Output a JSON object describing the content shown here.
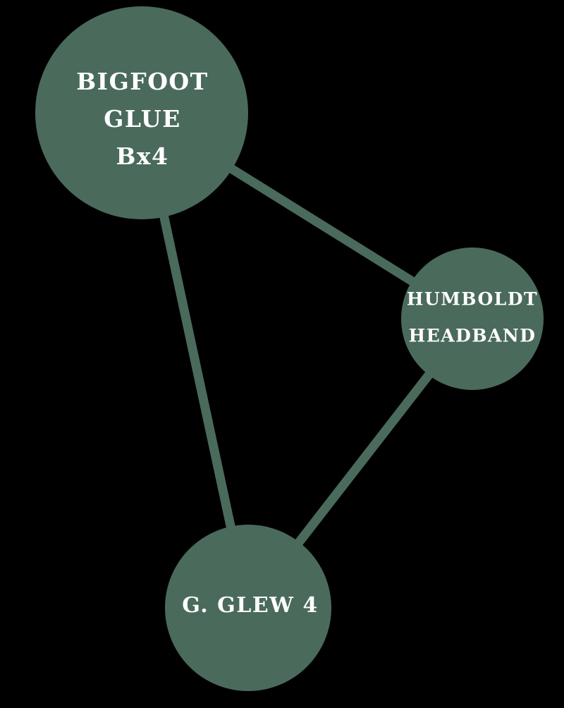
{
  "colors": {
    "background": "#000000",
    "node_fill": "#4a6a5c",
    "edge_stroke": "#4a6a5c",
    "label_text": "#ffffff"
  },
  "nodes": [
    {
      "id": "bigfoot-glue",
      "lines": [
        "BIGFOOT",
        "GLUE",
        "Bx4"
      ]
    },
    {
      "id": "humboldt-headband",
      "lines": [
        "HUMBOLDT",
        "HEADBAND"
      ]
    },
    {
      "id": "g-glew-4",
      "lines": [
        "G. GLEW 4"
      ]
    }
  ],
  "edges": [
    {
      "from": "bigfoot-glue",
      "to": "humboldt-headband"
    },
    {
      "from": "bigfoot-glue",
      "to": "g-glew-4"
    },
    {
      "from": "humboldt-headband",
      "to": "g-glew-4"
    }
  ]
}
